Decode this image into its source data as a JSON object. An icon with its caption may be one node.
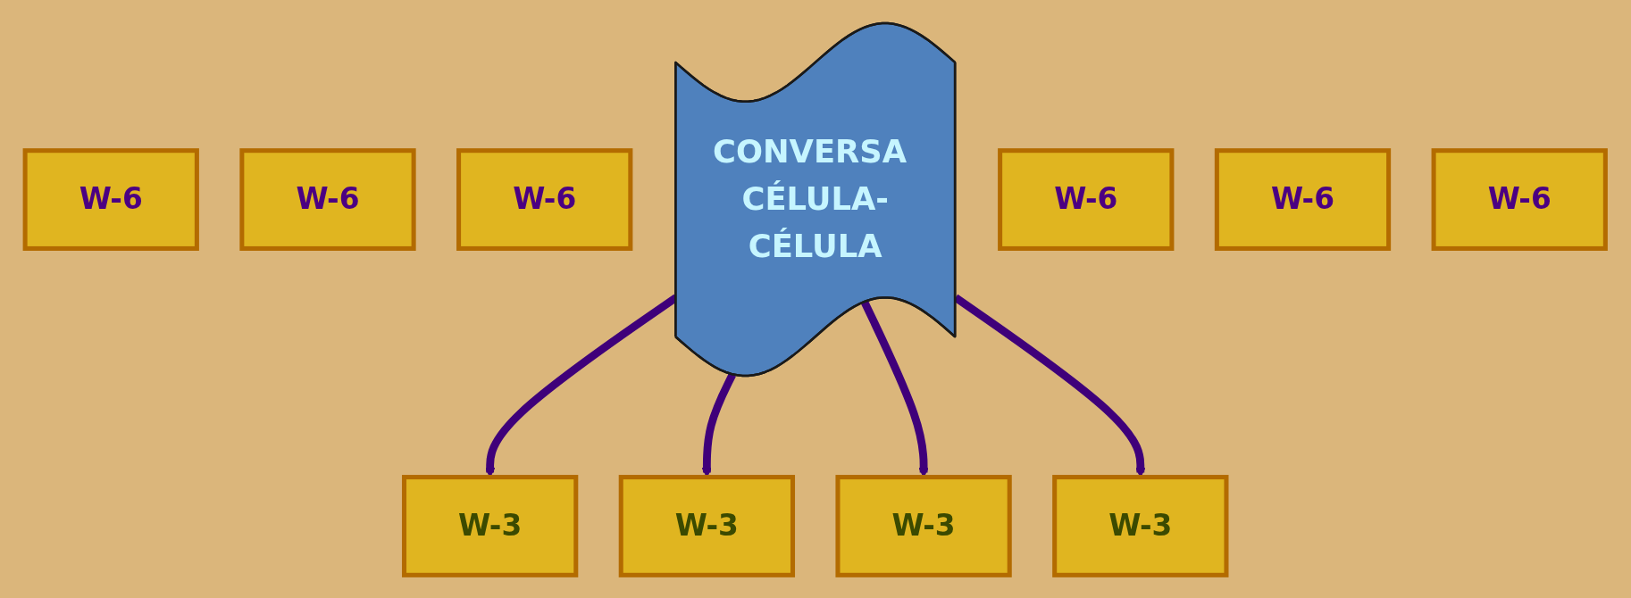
{
  "diagram": {
    "nodes": [
      {
        "text": [
          "W-6"
        ]
      },
      {
        "text": [
          "W-3"
        ]
      },
      {
        "text": [
          "W-6"
        ]
      },
      {
        "text": [
          "W-3"
        ]
      },
      {
        "text": [
          "W-6"
        ]
      },
      {
        "text": [
          "CONVERSA CÉLULA-CÉLULA"
        ]
      },
      {
        "text": [
          "W-6"
        ]
      },
      {
        "text": [
          "W-3"
        ]
      },
      {
        "text": [
          "W-6"
        ]
      },
      {
        "text": [
          "W-3"
        ]
      },
      {
        "text": [
          "W-6"
        ]
      }
    ],
    "edges": [
      {
        "from": 5,
        "to": 1,
        "arrow": "to"
      },
      {
        "from": 5,
        "to": 3,
        "arrow": "to"
      },
      {
        "from": 5,
        "to": 7,
        "arrow": "to"
      },
      {
        "from": 5,
        "to": 9,
        "arrow": "to"
      }
    ]
  }
}
